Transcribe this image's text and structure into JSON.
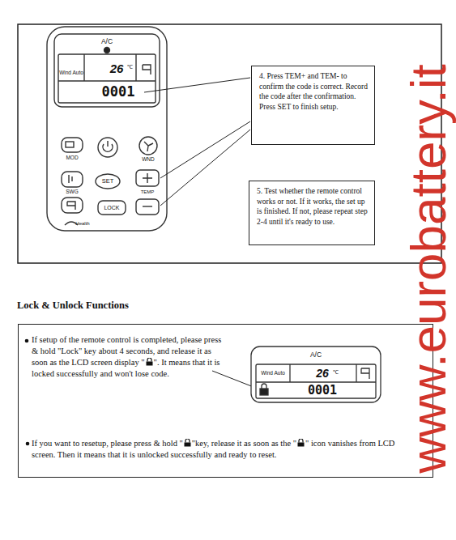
{
  "diagram": {
    "nodes": [
      {
        "text": [
          "4. Press TEM+ and TEM- to confirm the code is correct. Record the code after the confirmation. Press SET to finish setup."
        ]
      },
      {
        "text": [
          "5. Test whether the remote control works or not. If it works, the set up is finished. If not, please repeat step 2-4 until it's ready to use."
        ]
      },
      {
        "text": [
          "Lock & Unlock Functions",
          "If setup of the remote control is completed, please press & hold \"Lock\" key about 4 seconds, and release it as soon as the LCD screen display \"",
          "\". It means that it is locked successfully and won't lose code.",
          "If you want to resetup, please press & hold \"",
          "\"key, release it as soon as the \"",
          "\" icon vanishes from LCD screen. Then it means that it is unlocked successfully and ready to reset."
        ]
      }
    ],
    "labels": [
      "A/C",
      "Wind Auto",
      "26",
      "℃",
      "0001",
      "MOD",
      "WND",
      "SWG",
      "SET",
      "TEMP",
      "LOCK",
      "Health",
      "A/C",
      "Wind Auto",
      "26",
      "℃",
      "0001",
      "www.eurobattery.it"
    ]
  }
}
